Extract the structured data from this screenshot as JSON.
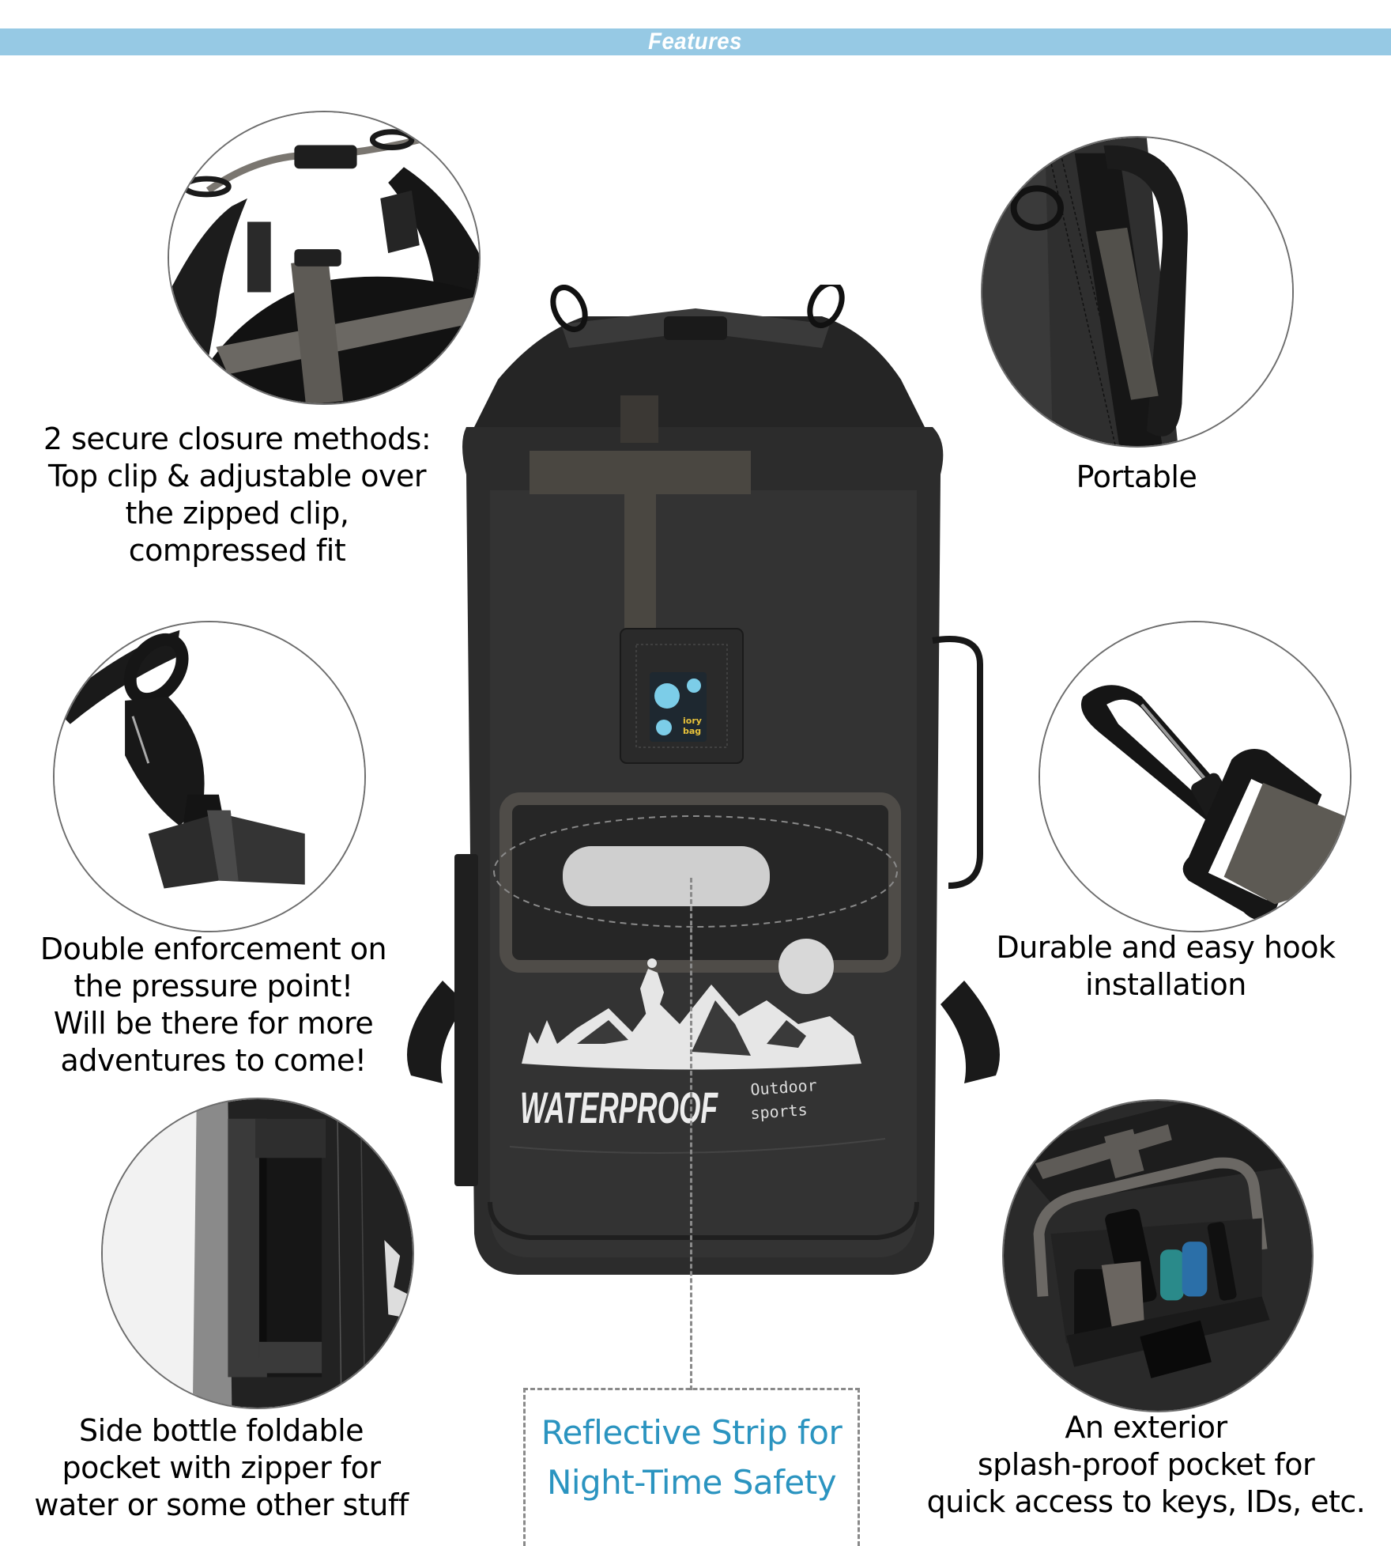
{
  "header": {
    "title": "Features",
    "bar_color": "#96c9e4"
  },
  "product": {
    "brand_logo": [
      "iory",
      "bag"
    ],
    "print_main": "WATERPROOF",
    "print_script": [
      "Outdoor",
      "sports"
    ]
  },
  "features": [
    {
      "id": "closure",
      "image": "top-clip-closure-photo",
      "caption": [
        "2 secure closure methods:",
        "Top clip & adjustable over",
        "the zipped clip,",
        "compressed fit"
      ]
    },
    {
      "id": "portable",
      "image": "side-handle-photo",
      "caption": [
        "Portable"
      ]
    },
    {
      "id": "pressure-point",
      "image": "swivel-hook-strap-photo",
      "caption": [
        "Double enforcement on",
        "the pressure point!",
        "Will be there for more",
        "adventures to come!"
      ]
    },
    {
      "id": "hook",
      "image": "snap-hook-photo",
      "caption": [
        "Durable and easy hook",
        "installation"
      ]
    },
    {
      "id": "side-pocket",
      "image": "side-zipper-pocket-photo",
      "caption": [
        "Side bottle foldable",
        "pocket with zipper for",
        "water or some other stuff"
      ]
    },
    {
      "id": "front-pocket",
      "image": "front-pocket-tools-photo",
      "caption": [
        "An exterior",
        "splash-proof pocket for",
        "quick access to keys, IDs, etc."
      ]
    }
  ],
  "callout": {
    "lines": [
      "Reflective Strip for",
      "Night-Time Safety"
    ],
    "color": "#2b94c0"
  }
}
